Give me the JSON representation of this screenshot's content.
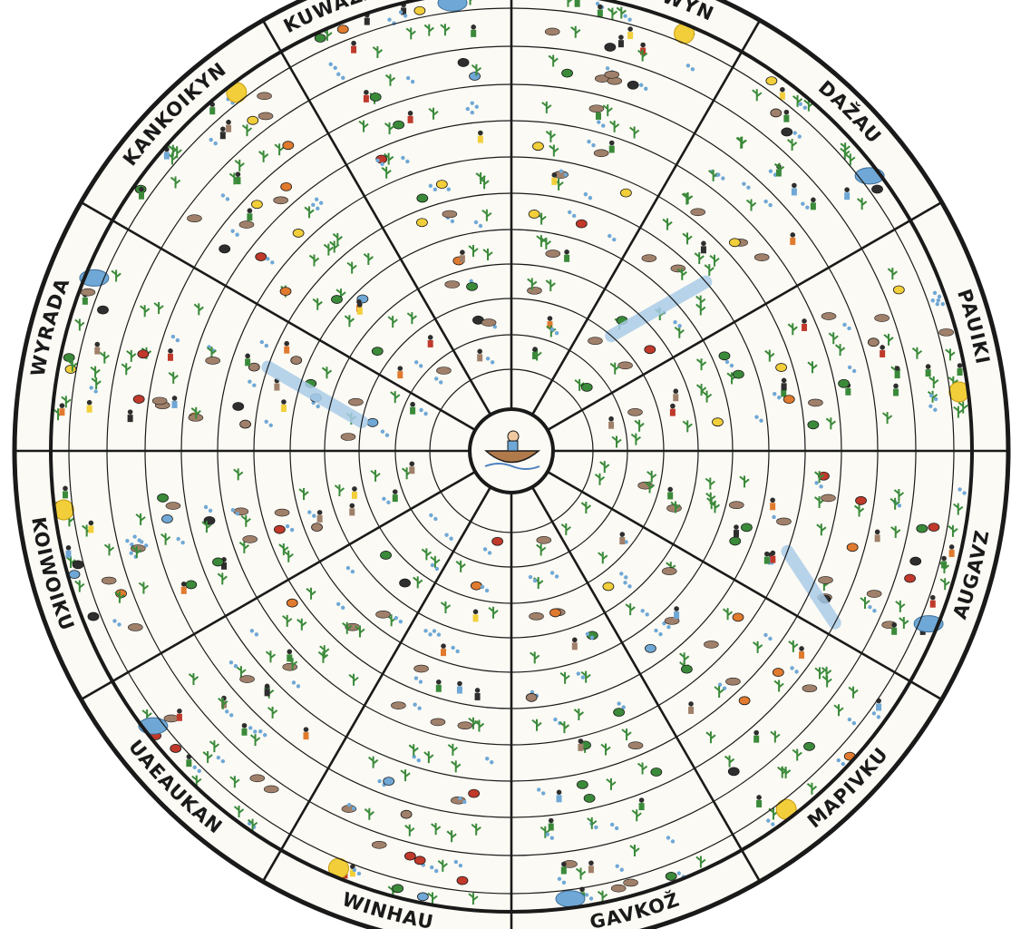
{
  "calendar": {
    "seasons": [
      {
        "label": "PAINHAU WYN"
      },
      {
        "label": "DAŽAU"
      },
      {
        "label": "PAUIKI"
      },
      {
        "label": "AUGAVZ"
      },
      {
        "label": "MAPIVKU"
      },
      {
        "label": "GAVKOŽ"
      },
      {
        "label": "WINHAU"
      },
      {
        "label": "UAEAUKAN"
      },
      {
        "label": "KOIWOIKU"
      },
      {
        "label": "WYRADA"
      },
      {
        "label": "KANKOIKYN"
      },
      {
        "label": "KUWAZAZA ZUWAY"
      }
    ],
    "colors": {
      "line": "#1a1a1a",
      "paper": "#fbfaf4",
      "rain": "#6fa8d6",
      "river": "#a9cbe8",
      "sun": "#f2cf3a",
      "plant": "#3a8a3a",
      "fruit": "#e07a2e",
      "animal": "#a0806a"
    },
    "center_icon": "canoe-with-person-icon"
  }
}
